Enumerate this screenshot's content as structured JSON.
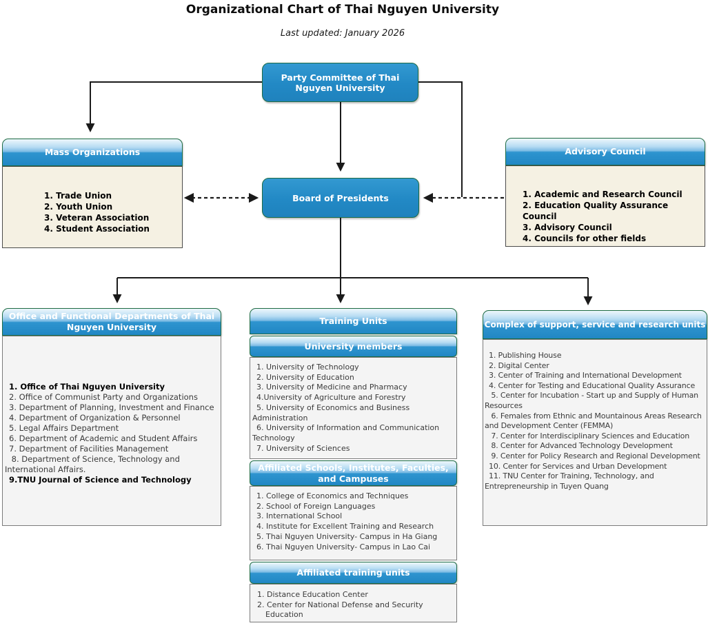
{
  "title": "Organizational Chart of Thai Nguyen University",
  "subtitle": "Last updated: January 2026",
  "colors": {
    "accent_blue": "#2289c5",
    "header_gradient_top": "#eef7fc",
    "header_gradient_bottom": "#2187c4",
    "cream_panel": "#f5f1e3",
    "gray_panel": "#f4f4f4",
    "connector": "#1a1a1a"
  },
  "nodes": {
    "party_committee": {
      "label": "Party Committee of Thai Nguyen University"
    },
    "board": {
      "label": "Board of Presidents"
    },
    "mass_orgs": {
      "title": "Mass Organizations",
      "items": [
        {
          "text": "1. Trade Union",
          "bold": true
        },
        {
          "text": "2. Youth Union",
          "bold": true
        },
        {
          "text": "3. Veteran Association",
          "bold": true
        },
        {
          "text": "4. Student Association",
          "bold": true
        }
      ]
    },
    "advisory": {
      "title": "Advisory Council",
      "items": [
        {
          "text": "1. Academic and Research Council",
          "bold": true
        },
        {
          "text": "2. Education Quality Assurance Council",
          "bold": true
        },
        {
          "text": "3. Advisory Council",
          "bold": true
        },
        {
          "text": "4. Councils for other fields",
          "bold": true
        }
      ]
    },
    "office_depts": {
      "title": "Office and Functional Departments of Thai Nguyen University",
      "items": [
        {
          "text": "1. Office of Thai Nguyen University",
          "bold": true
        },
        {
          "text": "2. Office of Communist Party and Organizations",
          "bold": false
        },
        {
          "text": "3. Department of Planning, Investment and Finance",
          "bold": false
        },
        {
          "text": "4. Department of Organization & Personnel",
          "bold": false
        },
        {
          "text": "5. Legal Affairs Department",
          "bold": false
        },
        {
          "text": "6. Department of Academic and Student Affairs",
          "bold": false
        },
        {
          "text": "7. Department of Facilities Management",
          "bold": false
        },
        {
          "text": " 8. Department of Science, Technology and International Affairs.",
          "bold": false
        },
        {
          "text": "9.TNU Journal of Science and Technology",
          "bold": true
        }
      ]
    },
    "training": {
      "title": "Training Units",
      "sections": [
        {
          "title": "University members",
          "items": [
            {
              "text": "1. University of Technology",
              "bold": false
            },
            {
              "text": "2. University of Education",
              "bold": false
            },
            {
              "text": "3. University of Medicine and Pharmacy",
              "bold": false
            },
            {
              "text": "4.University of Agriculture and Forestry",
              "bold": false
            },
            {
              "text": "5. University of Economics and Business Administration",
              "bold": false
            },
            {
              "text": "6. University of Information and Communication Technology",
              "bold": false
            },
            {
              "text": "7. University of Sciences",
              "bold": false
            }
          ]
        },
        {
          "title": "Affiliated Schools, Institutes, Faculties, and Campuses",
          "items": [
            {
              "text": "1. College of Economics and Techniques",
              "bold": false
            },
            {
              "text": "2. School of Foreign Languages",
              "bold": false
            },
            {
              "text": "3. International School",
              "bold": false
            },
            {
              "text": "4. Institute for Excellent Training and Research",
              "bold": false
            },
            {
              "text": "5. Thai Nguyen University- Campus in Ha Giang",
              "bold": false
            },
            {
              "text": "6. Thai Nguyen University- Campus in Lao Cai",
              "bold": false
            }
          ]
        },
        {
          "title": "Affiliated training units",
          "items": [
            {
              "text": "1. Distance Education Center",
              "bold": false
            },
            {
              "text": "2. Center for National Defense and Security Education",
              "bold": false
            }
          ]
        }
      ]
    },
    "complex": {
      "title": "Complex of support, service and research units",
      "items": [
        {
          "text": "1. Publishing House",
          "bold": false
        },
        {
          "text": "2. Digital Center",
          "bold": false
        },
        {
          "text": "3. Center of Training and International Development",
          "bold": false
        },
        {
          "text": "4. Center for Testing and Educational Quality Assurance",
          "bold": false
        },
        {
          "text": " 5. Center for Incubation - Start up and Supply of Human Resources",
          "bold": false
        },
        {
          "text": " 6. Females from Ethnic and Mountainous Areas Research and Development Center (FEMMA)",
          "bold": false
        },
        {
          "text": " 7. Center for Interdisciplinary Sciences and Education",
          "bold": false
        },
        {
          "text": " 8. Center for Advanced Technology Development",
          "bold": false
        },
        {
          "text": " 9. Center for Policy Research and Regional Development",
          "bold": false
        },
        {
          "text": "10. Center for Services and Urban Development",
          "bold": false
        },
        {
          "text": "11. TNU Center for Training, Technology, and Entrepreneurship in Tuyen Quang",
          "bold": false
        }
      ]
    }
  },
  "edges": [
    {
      "from": "party-committee",
      "to": "mass-organizations",
      "style": "solid-arrow"
    },
    {
      "from": "party-committee",
      "to": "board-of-presidents",
      "style": "solid-arrow"
    },
    {
      "from": "party-committee",
      "to": "board-advisory-link",
      "style": "solid"
    },
    {
      "from": "mass-organizations",
      "to": "board-of-presidents",
      "style": "dashed-double-arrow"
    },
    {
      "from": "advisory-council",
      "to": "board-of-presidents",
      "style": "dashed-arrow"
    },
    {
      "from": "board-of-presidents",
      "to": "office-and-functional-departments",
      "style": "solid-arrow"
    },
    {
      "from": "board-of-presidents",
      "to": "training-units",
      "style": "solid-arrow"
    },
    {
      "from": "board-of-presidents",
      "to": "complex-of-support-units",
      "style": "solid-arrow"
    }
  ]
}
